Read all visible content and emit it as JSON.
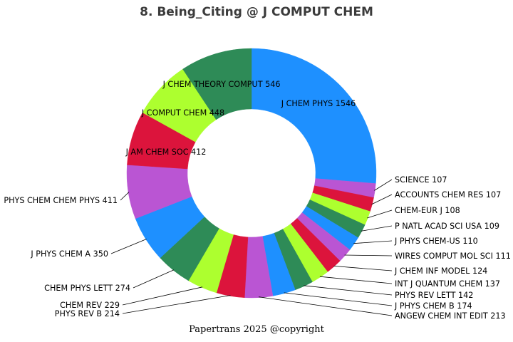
{
  "title": "8. Being_Citing @ J COMPUT CHEM",
  "footer": "Papertrans 2025 @copyright",
  "chart_data": {
    "type": "pie",
    "subtype": "donut",
    "title": "8. Being_Citing @ J COMPUT CHEM",
    "direction": "clockwise",
    "start_angle": "12-o-clock",
    "inner_radius_ratio": 0.51,
    "total": 5867,
    "palette": [
      "#1E90FF",
      "#BA55D3",
      "#DC143C",
      "#ADFF2F",
      "#2E8B57"
    ],
    "slices": [
      {
        "label": "J CHEM PHYS",
        "value": 1546,
        "color": "#1E90FF"
      },
      {
        "label": "SCIENCE",
        "value": 107,
        "color": "#BA55D3"
      },
      {
        "label": "ACCOUNTS CHEM RES",
        "value": 107,
        "color": "#DC143C"
      },
      {
        "label": "CHEM-EUR J",
        "value": 108,
        "color": "#ADFF2F"
      },
      {
        "label": "P NATL ACAD SCI USA",
        "value": 109,
        "color": "#2E8B57"
      },
      {
        "label": "J PHYS CHEM-US",
        "value": 110,
        "color": "#1E90FF"
      },
      {
        "label": "WIRES COMPUT MOL SCI",
        "value": 111,
        "color": "#BA55D3"
      },
      {
        "label": "J CHEM INF MODEL",
        "value": 124,
        "color": "#DC143C"
      },
      {
        "label": "INT J QUANTUM CHEM",
        "value": 137,
        "color": "#ADFF2F"
      },
      {
        "label": "PHYS REV LETT",
        "value": 142,
        "color": "#2E8B57"
      },
      {
        "label": "J PHYS CHEM B",
        "value": 174,
        "color": "#1E90FF"
      },
      {
        "label": "ANGEW CHEM INT EDIT",
        "value": 213,
        "color": "#BA55D3"
      },
      {
        "label": "PHYS REV B",
        "value": 214,
        "color": "#DC143C"
      },
      {
        "label": "CHEM REV",
        "value": 229,
        "color": "#ADFF2F"
      },
      {
        "label": "CHEM PHYS LETT",
        "value": 274,
        "color": "#2E8B57"
      },
      {
        "label": "J PHYS CHEM A",
        "value": 350,
        "color": "#1E90FF"
      },
      {
        "label": "PHYS CHEM CHEM PHYS",
        "value": 411,
        "color": "#BA55D3"
      },
      {
        "label": "J AM CHEM SOC",
        "value": 412,
        "color": "#DC143C"
      },
      {
        "label": "J COMPUT CHEM",
        "value": 448,
        "color": "#ADFF2F"
      },
      {
        "label": "J CHEM THEORY COMPUT",
        "value": 546,
        "color": "#2E8B57"
      }
    ]
  }
}
